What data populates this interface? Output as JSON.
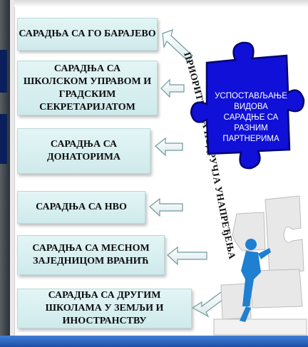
{
  "boxes": [
    {
      "label": "САРАДЊА СА ГО БАРАЈЕВО"
    },
    {
      "label": "САРАДЊА СА\nШКОЛСКОМ УПРАВОМ И\nГРАДСКИМ СЕКРЕТАРИЈАТОМ"
    },
    {
      "label": "САРАДЊА СА ДОНАТОРИМА"
    },
    {
      "label": "САРАДЊА СА НВО"
    },
    {
      "label": "САРАДЊА СА МЕСНОМ\nЗАЈЕДНИЦОМ ВРАНИЋ"
    },
    {
      "label": "САРАДЊА СА ДРУГИМ\nШКОЛАМА У ЗЕМЉИ И ИНОСТРАНСТВУ"
    }
  ],
  "arc_label": "ПРИОРИТЕТНА ПОДРУЧЈА УНАПРЕЂЕЊА",
  "puzzle_label": "УСПОСТАВЉАЊЕ\nВИДОВА\nСАРАДЊЕ СА\nРАЗНИМ\nПАРТНЕРИМА",
  "colors": {
    "box_fill": "#d6eef0",
    "puzzle_blue": "#1010d8",
    "arrow_fill": "#eef5f5",
    "bottom_bar": "#2a63c0"
  }
}
